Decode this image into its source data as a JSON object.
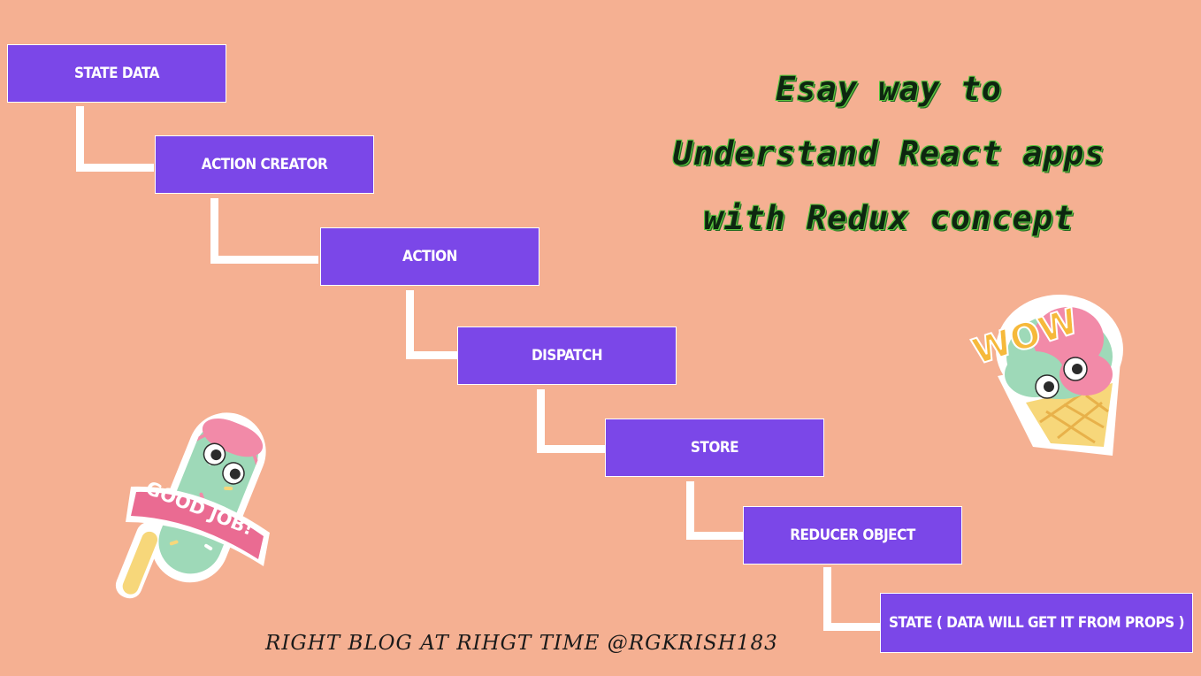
{
  "flow": {
    "steps": [
      "STATE DATA",
      "ACTION CREATOR",
      "ACTION",
      "DISPATCH",
      "STORE",
      "REDUCER OBJECT",
      "STATE ( DATA WILL GET IT FROM PROPS )"
    ]
  },
  "title": {
    "line1": "Esay way to",
    "line2": "Understand React apps",
    "line3": "with Redux concept"
  },
  "stickers": {
    "popsicle_text": "GOOD JOB!",
    "icecream_text": "WOW"
  },
  "footer": "RIGHT BLOG AT RIHGT TIME @RGKRISH183",
  "colors": {
    "background": "#f5b092",
    "box": "#7b47e8",
    "title_text": "#0e2610",
    "title_outline": "#5ac53f"
  }
}
